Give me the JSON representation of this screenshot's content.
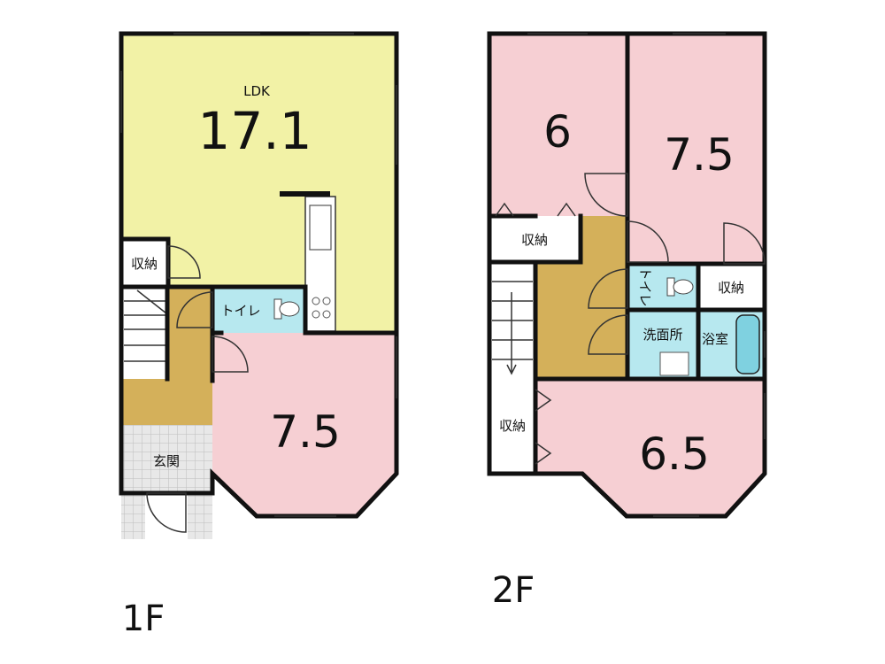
{
  "colors": {
    "ldk": "#f2f2a6",
    "room": "#f6cfd3",
    "hall": "#d4b05a",
    "wet": "#b7e8ef",
    "storage": "#ffffff",
    "entrance": "#e6e6e6",
    "wall": "#111111"
  },
  "floor1": {
    "label": "1F",
    "ldk_label": "LDK",
    "ldk_size": "17.1",
    "storage_label": "収納",
    "toilet_label": "トイレ",
    "room_size": "7.5",
    "entrance_label": "玄関"
  },
  "floor2": {
    "label": "2F",
    "room_a_size": "6",
    "room_b_size": "7.5",
    "storage_a_label": "収納",
    "toilet_label": "トイレ",
    "storage_b_label": "収納",
    "washroom_label": "洗面所",
    "bath_label": "浴室",
    "storage_c_label": "収納",
    "room_c_size": "6.5"
  }
}
